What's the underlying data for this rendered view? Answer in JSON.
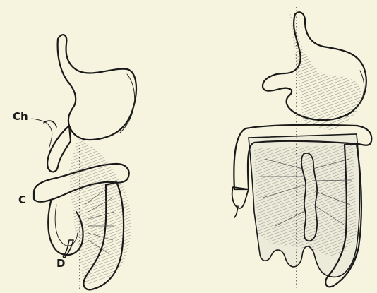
{
  "labels": {
    "ch": "Ch",
    "c": "C",
    "d": "D"
  },
  "colors": {
    "paper": "#f6f4df",
    "ink": "#1a1a1a",
    "organ_light": "#d8d6c6",
    "organ_dark": "#8e8c80"
  }
}
